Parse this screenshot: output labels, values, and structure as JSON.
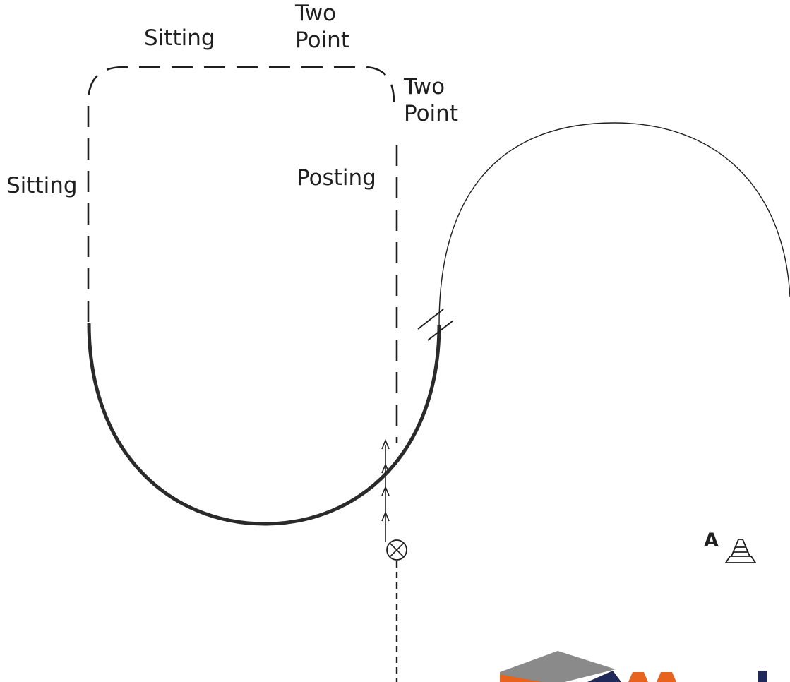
{
  "labels": {
    "two_point_top": "Two\nPoint",
    "two_point_right": "Two\nPoint",
    "sitting_top": "Sitting",
    "sitting_left": "Sitting",
    "posting": "Posting"
  },
  "marker": {
    "letter": "A",
    "icon": "traffic-cone-icon"
  },
  "colors": {
    "line": "#1f1f1f",
    "logo_gray": "#8a8a8a",
    "logo_orange": "#e8641e",
    "logo_navy": "#1f2a5a"
  }
}
